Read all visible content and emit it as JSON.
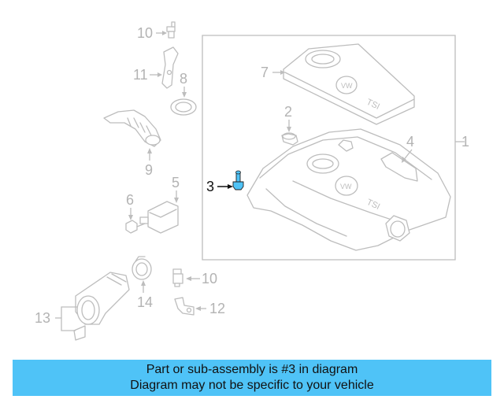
{
  "callouts": {
    "c1": "1",
    "c2": "2",
    "c3": "3",
    "c4": "4",
    "c5": "5",
    "c6": "6",
    "c7": "7",
    "c8": "8",
    "c9": "9",
    "c10a": "10",
    "c10b": "10",
    "c11": "11",
    "c12": "12",
    "c13": "13",
    "c14": "14"
  },
  "highlighted_part": "3",
  "colors": {
    "highlight": "#4fc3f7",
    "banner": "#4fc3f7",
    "linework": "#bdbdbd"
  },
  "banner": {
    "line1": "Part or sub-assembly is #3 in diagram",
    "line2": "Diagram may not be specific to your vehicle"
  }
}
